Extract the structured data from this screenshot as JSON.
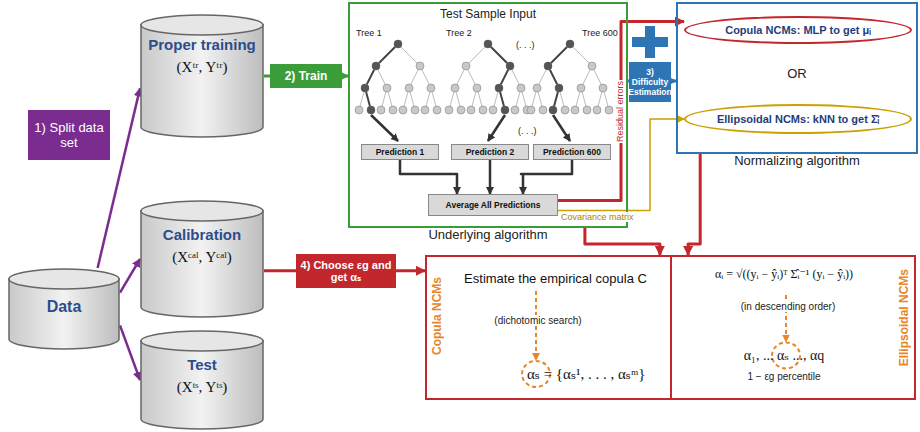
{
  "diagram": {
    "nodes": [
      {
        "text": [
          "Data"
        ]
      },
      {
        "text": [
          "1) Split data set"
        ]
      },
      {
        "text": [
          "Proper training",
          "(Xᵗʳ, Yᵗʳ)"
        ]
      },
      {
        "text": [
          "Calibration",
          "(Xᶜᵃˡ, Yᶜᵃˡ)"
        ]
      },
      {
        "text": [
          "Test",
          "(Xᵗˢ, Yᵗˢ)"
        ]
      },
      {
        "text": [
          "Test Sample Input",
          "Underlying algorithm"
        ]
      },
      {
        "text": [
          "Prediction 1"
        ],
        "in": 5
      },
      {
        "text": [
          "Prediction 2"
        ],
        "in": 5
      },
      {
        "text": [
          "Prediction 600"
        ],
        "in": 5
      },
      {
        "text": [
          "Average All Predictions"
        ],
        "in": 5
      },
      {
        "text": [
          "OR",
          "Normalizing algorithm"
        ]
      },
      {
        "text": [
          "Copula NCMs: MLP to get μᵢ"
        ],
        "in": 10
      },
      {
        "text": [
          "Ellipsoidal NCMs: kNN to get Σ̂ᵢ"
        ],
        "in": 10
      },
      {
        "text": [
          "Copula NCMs",
          "Estimate the empirical copula C",
          "(dichotomic search)",
          "αₛ = {αₛ¹, . . . , αₛᵐ}"
        ]
      },
      {
        "text": [
          "Ellipsoidal NCMs",
          "αᵢ = √((yᵢ − ŷᵢ)ᵀ Σ̂ᵢ⁻¹ (yᵢ − ŷᵢ))",
          "(in descending order)",
          "α₁, ... αₛ ..., αq",
          "1 − εg percentile"
        ]
      }
    ],
    "edges": [
      {
        "from": 0,
        "to": 2,
        "arrow": "to"
      },
      {
        "from": 0,
        "to": 3,
        "arrow": "to"
      },
      {
        "from": 0,
        "to": 4,
        "arrow": "to"
      },
      {
        "from": 2,
        "to": 5,
        "label": "2) Train",
        "arrow": "to"
      },
      {
        "from": 6,
        "to": 9,
        "arrow": "to"
      },
      {
        "from": 7,
        "to": 9,
        "arrow": "to"
      },
      {
        "from": 8,
        "to": 9,
        "arrow": "to"
      },
      {
        "from": 5,
        "to": 10,
        "label": "3) Difficulty Estimation",
        "arrow": "to"
      },
      {
        "from": 9,
        "to": 11,
        "label": "Residual errors",
        "arrow": "to"
      },
      {
        "from": 9,
        "to": 12,
        "label": "Covariance matrix",
        "arrow": "to"
      },
      {
        "from": 5,
        "to": 13,
        "arrow": "to"
      },
      {
        "from": 10,
        "to": 14,
        "arrow": "to"
      },
      {
        "from": 3,
        "to": 13,
        "label": "4) Choose εg and get αₛ",
        "arrow": "to"
      }
    ],
    "labels": [
      "Tree 1",
      "Tree 2",
      "(. . .)",
      "Tree 600",
      "(. . .)"
    ]
  }
}
